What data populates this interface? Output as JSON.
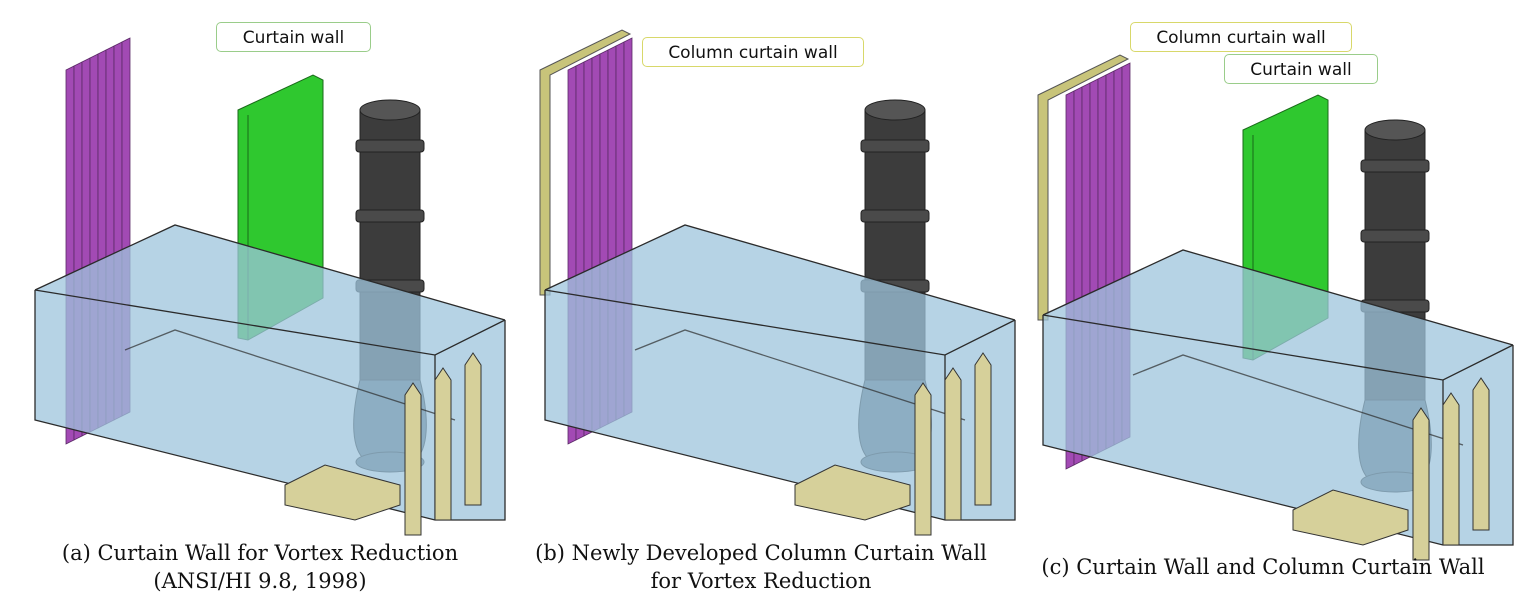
{
  "colors": {
    "tank_fill": "#9ec4dc",
    "tank_edge": "#2b2b2b",
    "curtain_wall": "#2fc82f",
    "column_curtain_wall": "#a24ab4",
    "column_curtain_plate": "#c8c47a",
    "pump": "#3c3c3c",
    "vanes": "#d6d09a"
  },
  "panels": [
    {
      "id": "a",
      "labels": [
        {
          "text": "Curtain wall",
          "style": "green"
        }
      ],
      "caption_lines": [
        "(a) Curtain Wall for Vortex Reduction",
        "(ANSI/HI 9.8, 1998)"
      ]
    },
    {
      "id": "b",
      "labels": [
        {
          "text": "Column curtain wall",
          "style": "yellow"
        }
      ],
      "caption_lines": [
        "(b) Newly Developed Column Curtain Wall",
        "for Vortex Reduction"
      ]
    },
    {
      "id": "c",
      "labels": [
        {
          "text": "Column curtain wall",
          "style": "yellow"
        },
        {
          "text": "Curtain wall",
          "style": "green"
        }
      ],
      "caption_lines": [
        "(c) Curtain Wall and Column Curtain Wall"
      ]
    }
  ]
}
